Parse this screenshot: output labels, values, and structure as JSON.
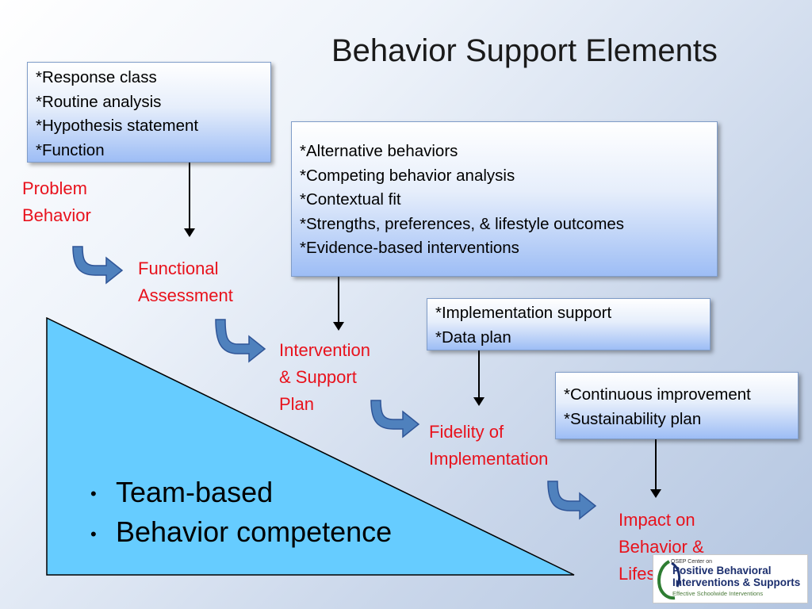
{
  "title": "Behavior Support Elements",
  "boxes": {
    "assessment_components": [
      "*Response class",
      "*Routine analysis",
      "*Hypothesis statement",
      "*Function"
    ],
    "plan_components": [
      "*Alternative behaviors",
      "*Competing behavior analysis",
      "*Contextual fit",
      "*Strengths, preferences, & lifestyle outcomes",
      "*Evidence-based interventions"
    ],
    "fidelity_components": [
      "*Implementation support",
      "*Data plan"
    ],
    "impact_components": [
      "*Continuous improvement",
      "*Sustainability plan"
    ]
  },
  "steps": {
    "problem": [
      "Problem",
      "Behavior"
    ],
    "assessment": [
      "Functional",
      "Assessment"
    ],
    "plan": [
      "Intervention",
      "& Support",
      "Plan"
    ],
    "fidelity": [
      "Fidelity of",
      "Implementation"
    ],
    "impact": [
      "Impact on",
      "Behavior &",
      "Lifestyle"
    ]
  },
  "bullets": [
    "Team-based",
    "Behavior competence"
  ],
  "bullet_glyph": "•",
  "logo": {
    "small": "OSEP Center on",
    "line1": "Positive Behavioral",
    "line2": "Interventions & Supports",
    "sub": "Effective Schoolwide Interventions"
  },
  "colors": {
    "step_text": "#e8121c",
    "curved_arrow": "#4f81bd",
    "triangle": "#66ccff"
  },
  "icons": {
    "curved_arrow": "curved-arrow-icon",
    "down_arrow": "down-arrow-icon",
    "logo_mark": "pbis-logo-mark-icon"
  }
}
